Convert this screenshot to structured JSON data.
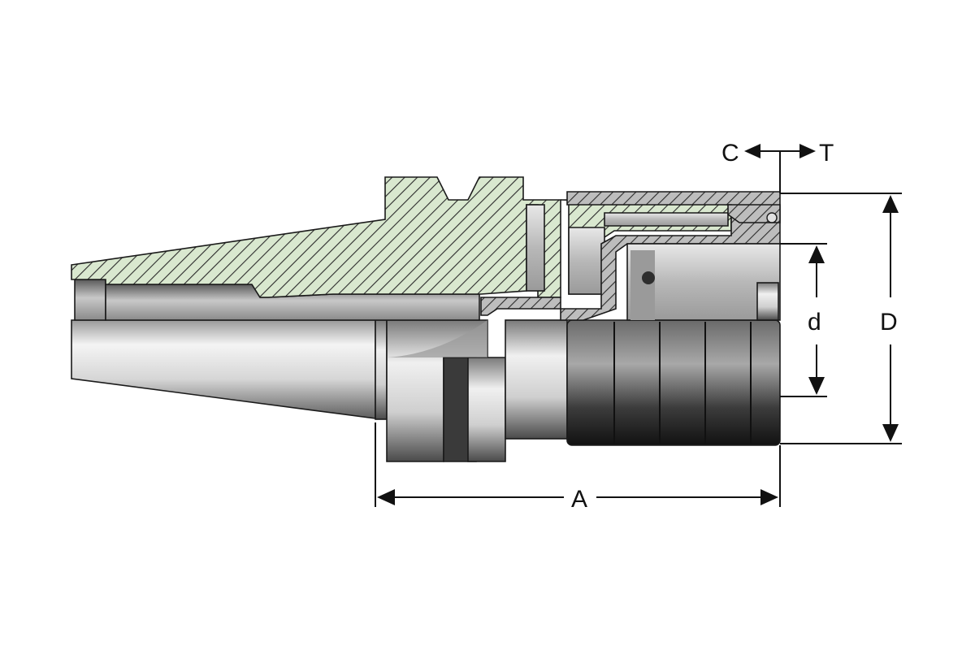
{
  "colors": {
    "background": "#ffffff",
    "section_fill": "#d9e8cf",
    "section_hatch": "#2b2b2b",
    "steel_light": "#f2f2f2",
    "steel_mid": "#a9a9a9",
    "steel_dark": "#4a4a4a",
    "nut_dark": "#2a2a2a",
    "nut_hatch_fill": "#bdbdbd",
    "dimension_line": "#111111"
  },
  "labels": {
    "C": "C",
    "T": "T",
    "d": "d",
    "D": "D",
    "A": "A"
  }
}
